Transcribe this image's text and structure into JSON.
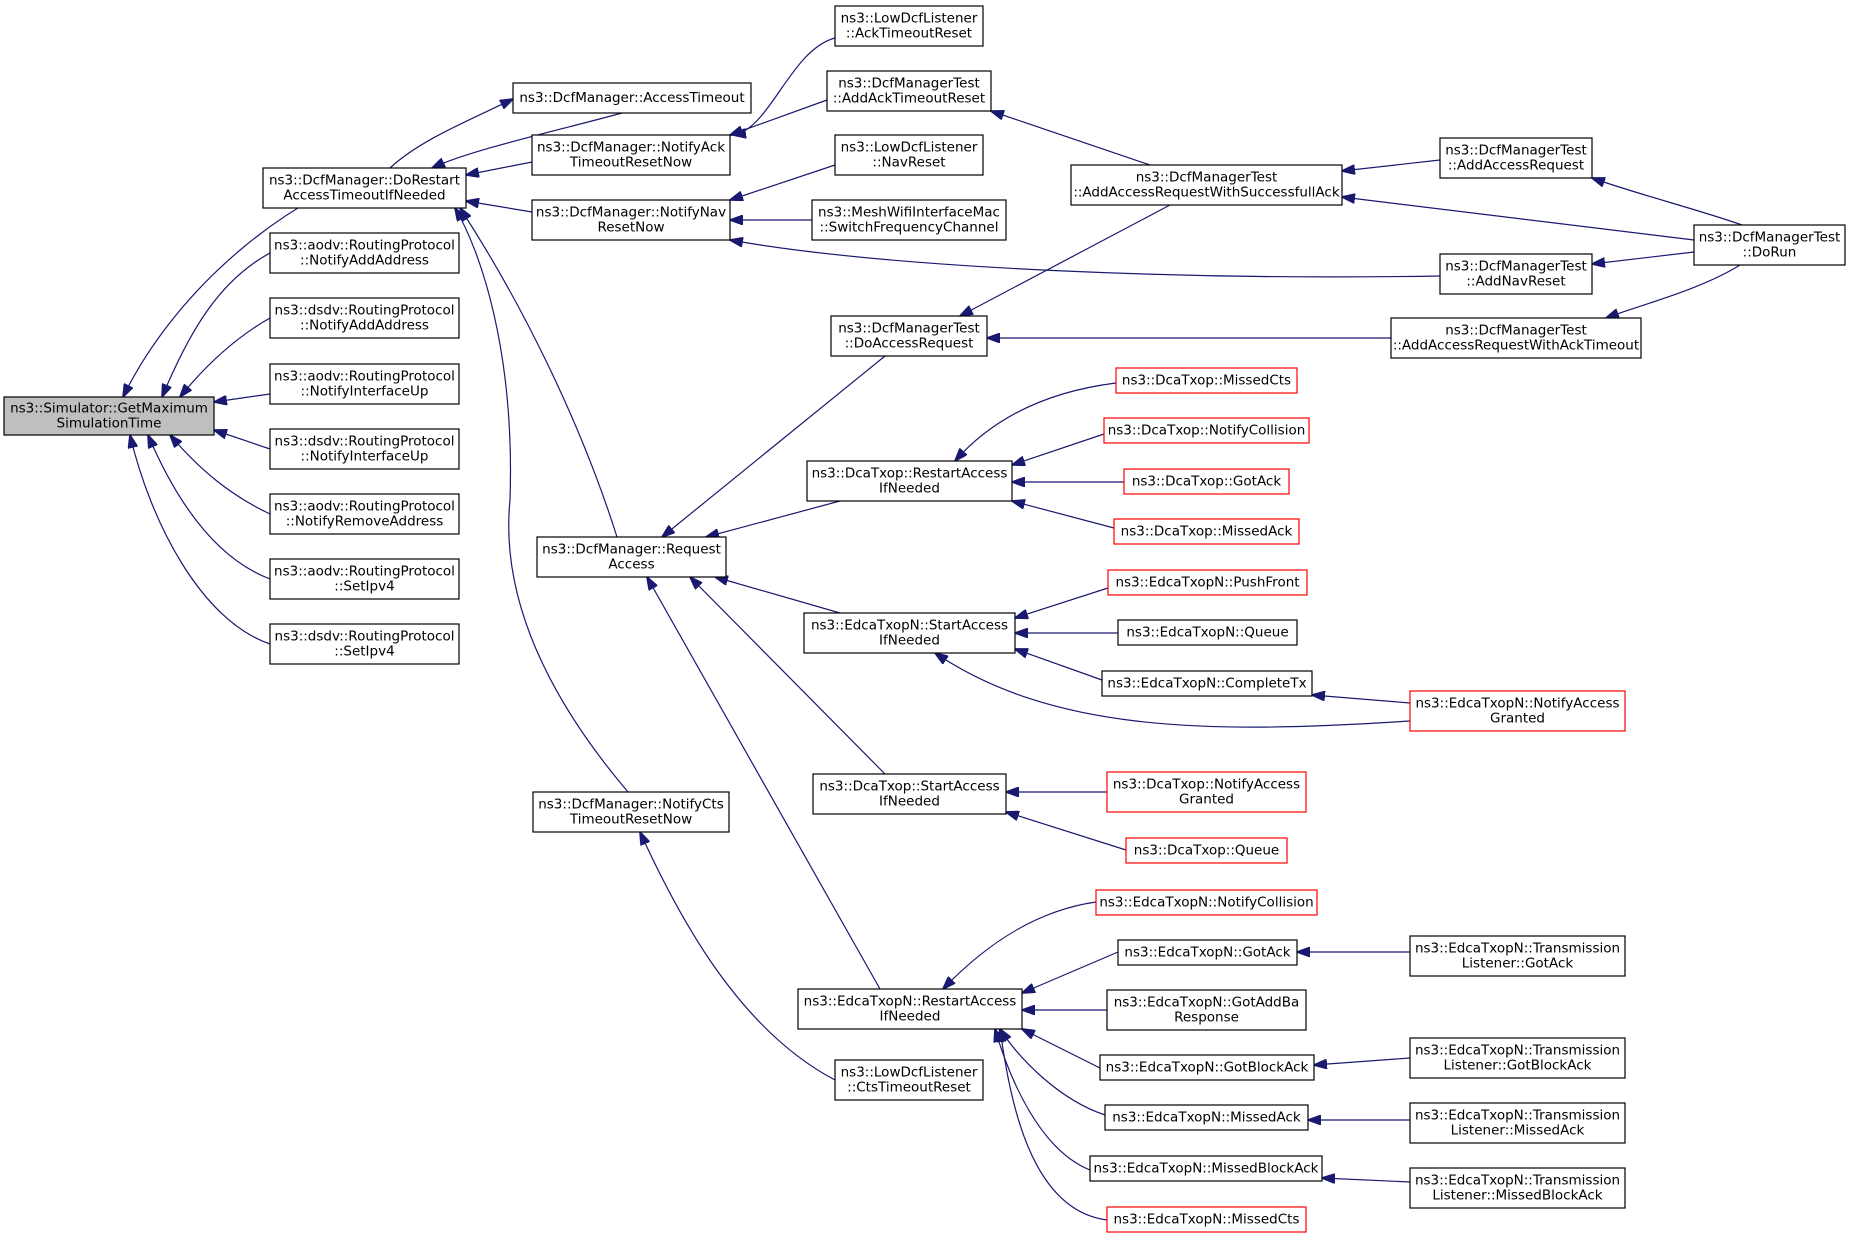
{
  "diagram": {
    "kind": "doxygen caller graph",
    "colors": {
      "edge": "#191970",
      "node_border": "#000000",
      "truncated_node_border": "#ff0000",
      "root_fill": "#bfbfbf",
      "node_fill": "#ffffff"
    },
    "nodes": [
      {
        "id": "root",
        "lines": [
          "ns3::Simulator::GetMaximum",
          "SimulationTime"
        ],
        "style": "root"
      },
      {
        "id": "dorestart",
        "lines": [
          "ns3::DcfManager::DoRestart",
          "AccessTimeoutIfNeeded"
        ],
        "style": "normal"
      },
      {
        "id": "aodv_addaddr",
        "lines": [
          "ns3::aodv::RoutingProtocol",
          "::NotifyAddAddress"
        ],
        "style": "normal"
      },
      {
        "id": "dsdv_addaddr",
        "lines": [
          "ns3::dsdv::RoutingProtocol",
          "::NotifyAddAddress"
        ],
        "style": "normal"
      },
      {
        "id": "aodv_ifup",
        "lines": [
          "ns3::aodv::RoutingProtocol",
          "::NotifyInterfaceUp"
        ],
        "style": "normal"
      },
      {
        "id": "dsdv_ifup",
        "lines": [
          "ns3::dsdv::RoutingProtocol",
          "::NotifyInterfaceUp"
        ],
        "style": "normal"
      },
      {
        "id": "aodv_remaddr",
        "lines": [
          "ns3::aodv::RoutingProtocol",
          "::NotifyRemoveAddress"
        ],
        "style": "normal"
      },
      {
        "id": "aodv_setipv4",
        "lines": [
          "ns3::aodv::RoutingProtocol",
          "::SetIpv4"
        ],
        "style": "normal"
      },
      {
        "id": "dsdv_setipv4",
        "lines": [
          "ns3::dsdv::RoutingProtocol",
          "::SetIpv4"
        ],
        "style": "normal"
      },
      {
        "id": "accesstimeout",
        "lines": [
          "ns3::DcfManager::AccessTimeout"
        ],
        "style": "normal"
      },
      {
        "id": "notifyack",
        "lines": [
          "ns3::DcfManager::NotifyAck",
          "TimeoutResetNow"
        ],
        "style": "normal"
      },
      {
        "id": "notifynav",
        "lines": [
          "ns3::DcfManager::NotifyNav",
          "ResetNow"
        ],
        "style": "normal"
      },
      {
        "id": "requestaccess",
        "lines": [
          "ns3::DcfManager::Request",
          "Access"
        ],
        "style": "normal"
      },
      {
        "id": "notifycts",
        "lines": [
          "ns3::DcfManager::NotifyCts",
          "TimeoutResetNow"
        ],
        "style": "normal"
      },
      {
        "id": "lowacktimeout",
        "lines": [
          "ns3::LowDcfListener",
          "::AckTimeoutReset"
        ],
        "style": "normal"
      },
      {
        "id": "addacktimeout",
        "lines": [
          "ns3::DcfManagerTest",
          "::AddAckTimeoutReset"
        ],
        "style": "normal"
      },
      {
        "id": "lownavreset",
        "lines": [
          "ns3::LowDcfListener",
          "::NavReset"
        ],
        "style": "normal"
      },
      {
        "id": "meshswitch",
        "lines": [
          "ns3::MeshWifiInterfaceMac",
          "::SwitchFrequencyChannel"
        ],
        "style": "normal"
      },
      {
        "id": "doaccessrequest",
        "lines": [
          "ns3::DcfManagerTest",
          "::DoAccessRequest"
        ],
        "style": "normal"
      },
      {
        "id": "dca_restart",
        "lines": [
          "ns3::DcaTxop::RestartAccess",
          "IfNeeded"
        ],
        "style": "normal"
      },
      {
        "id": "edca_start",
        "lines": [
          "ns3::EdcaTxopN::StartAccess",
          "IfNeeded"
        ],
        "style": "normal"
      },
      {
        "id": "dca_start",
        "lines": [
          "ns3::DcaTxop::StartAccess",
          "IfNeeded"
        ],
        "style": "normal"
      },
      {
        "id": "edca_restart",
        "lines": [
          "ns3::EdcaTxopN::RestartAccess",
          "IfNeeded"
        ],
        "style": "normal"
      },
      {
        "id": "lowctstimeout",
        "lines": [
          "ns3::LowDcfListener",
          "::CtsTimeoutReset"
        ],
        "style": "normal"
      },
      {
        "id": "addreqsuccess",
        "lines": [
          "ns3::DcfManagerTest",
          "::AddAccessRequestWithSuccessfullAck"
        ],
        "style": "normal"
      },
      {
        "id": "addaccessrequest",
        "lines": [
          "ns3::DcfManagerTest",
          "::AddAccessRequest"
        ],
        "style": "normal"
      },
      {
        "id": "addnavreset",
        "lines": [
          "ns3::DcfManagerTest",
          "::AddNavReset"
        ],
        "style": "normal"
      },
      {
        "id": "addreqacktimeout",
        "lines": [
          "ns3::DcfManagerTest",
          "::AddAccessRequestWithAckTimeout"
        ],
        "style": "normal"
      },
      {
        "id": "dorun",
        "lines": [
          "ns3::DcfManagerTest",
          "::DoRun"
        ],
        "style": "normal"
      },
      {
        "id": "dca_missedcts",
        "lines": [
          "ns3::DcaTxop::MissedCts"
        ],
        "style": "red"
      },
      {
        "id": "dca_notifycoll",
        "lines": [
          "ns3::DcaTxop::NotifyCollision"
        ],
        "style": "red"
      },
      {
        "id": "dca_gotack",
        "lines": [
          "ns3::DcaTxop::GotAck"
        ],
        "style": "red"
      },
      {
        "id": "dca_missedack",
        "lines": [
          "ns3::DcaTxop::MissedAck"
        ],
        "style": "red"
      },
      {
        "id": "edca_pushfront",
        "lines": [
          "ns3::EdcaTxopN::PushFront"
        ],
        "style": "red"
      },
      {
        "id": "edca_queue",
        "lines": [
          "ns3::EdcaTxopN::Queue"
        ],
        "style": "normal"
      },
      {
        "id": "edca_completetx",
        "lines": [
          "ns3::EdcaTxopN::CompleteTx"
        ],
        "style": "normal"
      },
      {
        "id": "edca_notifyaccess",
        "lines": [
          "ns3::EdcaTxopN::NotifyAccess",
          "Granted"
        ],
        "style": "red"
      },
      {
        "id": "dca_notifyaccess",
        "lines": [
          "ns3::DcaTxop::NotifyAccess",
          "Granted"
        ],
        "style": "red"
      },
      {
        "id": "dca_queue",
        "lines": [
          "ns3::DcaTxop::Queue"
        ],
        "style": "red"
      },
      {
        "id": "edca_notifycoll",
        "lines": [
          "ns3::EdcaTxopN::NotifyCollision"
        ],
        "style": "red"
      },
      {
        "id": "edca_gotack",
        "lines": [
          "ns3::EdcaTxopN::GotAck"
        ],
        "style": "normal"
      },
      {
        "id": "edca_gotaddba",
        "lines": [
          "ns3::EdcaTxopN::GotAddBa",
          "Response"
        ],
        "style": "normal"
      },
      {
        "id": "edca_gotblockack",
        "lines": [
          "ns3::EdcaTxopN::GotBlockAck"
        ],
        "style": "normal"
      },
      {
        "id": "edca_missedack",
        "lines": [
          "ns3::EdcaTxopN::MissedAck"
        ],
        "style": "normal"
      },
      {
        "id": "edca_missedblockack",
        "lines": [
          "ns3::EdcaTxopN::MissedBlockAck"
        ],
        "style": "normal"
      },
      {
        "id": "edca_missedcts",
        "lines": [
          "ns3::EdcaTxopN::MissedCts"
        ],
        "style": "red"
      },
      {
        "id": "tl_gotack",
        "lines": [
          "ns3::EdcaTxopN::Transmission",
          "Listener::GotAck"
        ],
        "style": "normal"
      },
      {
        "id": "tl_gotblockack",
        "lines": [
          "ns3::EdcaTxopN::Transmission",
          "Listener::GotBlockAck"
        ],
        "style": "normal"
      },
      {
        "id": "tl_missedack",
        "lines": [
          "ns3::EdcaTxopN::Transmission",
          "Listener::MissedAck"
        ],
        "style": "normal"
      },
      {
        "id": "tl_missedblockack",
        "lines": [
          "ns3::EdcaTxopN::Transmission",
          "Listener::MissedBlockAck"
        ],
        "style": "normal"
      }
    ],
    "edges": [
      {
        "from": "dorestart",
        "to": "root"
      },
      {
        "from": "aodv_addaddr",
        "to": "root"
      },
      {
        "from": "dsdv_addaddr",
        "to": "root"
      },
      {
        "from": "aodv_ifup",
        "to": "root"
      },
      {
        "from": "dsdv_ifup",
        "to": "root"
      },
      {
        "from": "aodv_remaddr",
        "to": "root"
      },
      {
        "from": "aodv_setipv4",
        "to": "root"
      },
      {
        "from": "dsdv_setipv4",
        "to": "root"
      },
      {
        "from": "accesstimeout",
        "to": "dorestart"
      },
      {
        "from": "dorestart",
        "to": "accesstimeout"
      },
      {
        "from": "notifyack",
        "to": "dorestart"
      },
      {
        "from": "notifynav",
        "to": "dorestart"
      },
      {
        "from": "requestaccess",
        "to": "dorestart"
      },
      {
        "from": "notifycts",
        "to": "dorestart"
      },
      {
        "from": "lowacktimeout",
        "to": "notifyack"
      },
      {
        "from": "addacktimeout",
        "to": "notifyack"
      },
      {
        "from": "lownavreset",
        "to": "notifynav"
      },
      {
        "from": "meshswitch",
        "to": "notifynav"
      },
      {
        "from": "addnavreset",
        "to": "notifynav"
      },
      {
        "from": "addreqsuccess",
        "to": "addacktimeout"
      },
      {
        "from": "addaccessrequest",
        "to": "addreqsuccess"
      },
      {
        "from": "dorun",
        "to": "addreqsuccess"
      },
      {
        "from": "dorun",
        "to": "addaccessrequest"
      },
      {
        "from": "dorun",
        "to": "addnavreset"
      },
      {
        "from": "dorun",
        "to": "addreqacktimeout"
      },
      {
        "from": "addreqsuccess",
        "to": "doaccessrequest"
      },
      {
        "from": "addreqacktimeout",
        "to": "doaccessrequest"
      },
      {
        "from": "doaccessrequest",
        "to": "requestaccess"
      },
      {
        "from": "dca_restart",
        "to": "requestaccess"
      },
      {
        "from": "edca_start",
        "to": "requestaccess"
      },
      {
        "from": "dca_start",
        "to": "requestaccess"
      },
      {
        "from": "edca_restart",
        "to": "requestaccess"
      },
      {
        "from": "dca_missedcts",
        "to": "dca_restart"
      },
      {
        "from": "dca_notifycoll",
        "to": "dca_restart"
      },
      {
        "from": "dca_gotack",
        "to": "dca_restart"
      },
      {
        "from": "dca_missedack",
        "to": "dca_restart"
      },
      {
        "from": "edca_pushfront",
        "to": "edca_start"
      },
      {
        "from": "edca_queue",
        "to": "edca_start"
      },
      {
        "from": "edca_completetx",
        "to": "edca_start"
      },
      {
        "from": "edca_notifyaccess",
        "to": "edca_start"
      },
      {
        "from": "edca_notifyaccess",
        "to": "edca_completetx"
      },
      {
        "from": "dca_notifyaccess",
        "to": "dca_start"
      },
      {
        "from": "dca_queue",
        "to": "dca_start"
      },
      {
        "from": "lowctstimeout",
        "to": "notifycts"
      },
      {
        "from": "edca_notifycoll",
        "to": "edca_restart"
      },
      {
        "from": "edca_gotack",
        "to": "edca_restart"
      },
      {
        "from": "edca_gotaddba",
        "to": "edca_restart"
      },
      {
        "from": "edca_gotblockack",
        "to": "edca_restart"
      },
      {
        "from": "edca_missedack",
        "to": "edca_restart"
      },
      {
        "from": "edca_missedblockack",
        "to": "edca_restart"
      },
      {
        "from": "edca_missedcts",
        "to": "edca_restart"
      },
      {
        "from": "tl_gotack",
        "to": "edca_gotack"
      },
      {
        "from": "tl_gotblockack",
        "to": "edca_gotblockack"
      },
      {
        "from": "tl_missedack",
        "to": "edca_missedack"
      },
      {
        "from": "tl_missedblockack",
        "to": "edca_missedblockack"
      }
    ]
  }
}
